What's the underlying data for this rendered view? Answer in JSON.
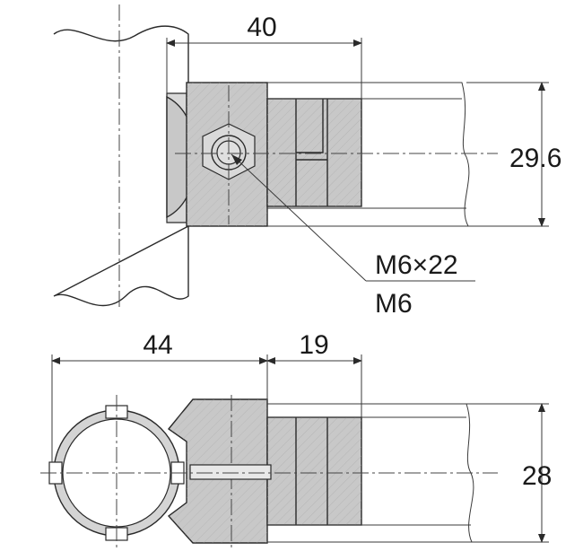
{
  "top_view": {
    "dimensions": {
      "width_label": "40",
      "height_label": "29.6"
    },
    "callout": {
      "screw_label": "M6×22",
      "thread_label": "M6"
    }
  },
  "bottom_view": {
    "dimensions": {
      "left_label": "44",
      "right_label": "19",
      "height_label": "28"
    }
  },
  "colors": {
    "part_fill": "#c8c8c8",
    "line": "#2a2a2a",
    "background": "#ffffff"
  }
}
